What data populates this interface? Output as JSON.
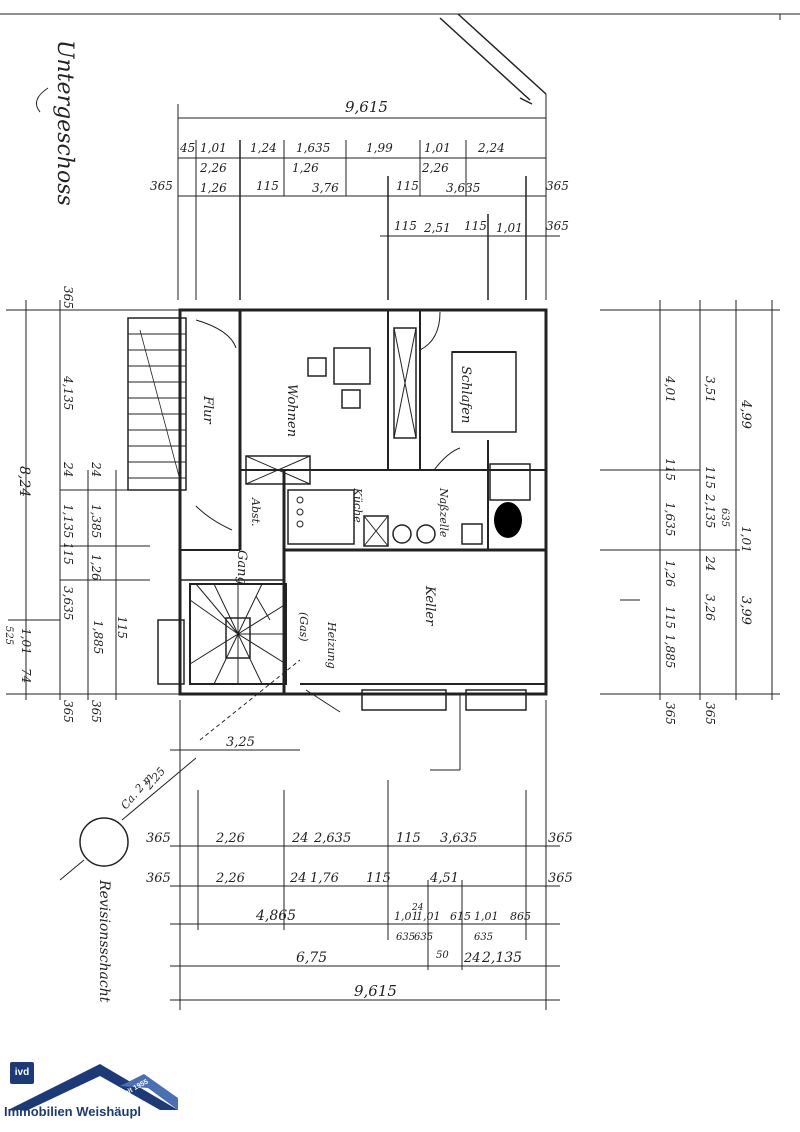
{
  "floor_title": "Untergeschoss",
  "rooms": {
    "flur": "Flur",
    "wohnen": "Wohnen",
    "schlafen": "Schlafen",
    "kueche": "Küche",
    "nassz": "Naßzelle",
    "abst": "Abst.",
    "gang": "Gang",
    "keller": "Keller",
    "heizung": "Heizung",
    "gas": "(Gas)"
  },
  "revision_shaft": "Revisionsschacht",
  "shaft_size": "Ca. 2 m",
  "shaft_dim": "2.25",
  "dims_top": {
    "overall": "9,615",
    "row1": [
      "45",
      "1,01",
      "1,24",
      "1,635",
      "1,99",
      "1,01",
      "2,24"
    ],
    "row2": [
      "2,26",
      "1,26",
      "2,26"
    ],
    "row3": [
      "365",
      "1,26",
      "115",
      "3,76",
      "115",
      "3,635",
      "365"
    ],
    "row4": [
      "115",
      "2,51",
      "115",
      "1,01",
      "365"
    ]
  },
  "dims_left": [
    "365",
    "8,24",
    "4,135",
    "24",
    "24",
    "1,135",
    "1,385",
    "115",
    "1,26",
    "3,635",
    "1,885",
    "115",
    "525",
    "1,01",
    "74",
    "365",
    "365"
  ],
  "dims_right": [
    "4,01",
    "3,51",
    "4,99",
    "115",
    "115",
    "1,635",
    "2,135",
    "635",
    "1,01",
    "24",
    "1,26",
    "115",
    "3,26",
    "3,99",
    "1,885",
    "365",
    "365"
  ],
  "dims_bottom": {
    "mid": "3,25",
    "row1": [
      "365",
      "2,26",
      "24",
      "2,635",
      "115",
      "3,635",
      "365"
    ],
    "row2": [
      "365",
      "2,26",
      "24",
      "1,76",
      "115",
      "4,51",
      "365"
    ],
    "row3": [
      "4,865",
      "1,01",
      "24",
      "1,01",
      "615",
      "1,01",
      "865"
    ],
    "row3b": [
      "635",
      "635",
      "635"
    ],
    "row4": [
      "6,75",
      "50",
      "24",
      "2,135"
    ],
    "overall": "9,615"
  },
  "company": {
    "badge": "ivd",
    "name": "Immobilien Weishäupl",
    "since": "seit 1955",
    "brand_color": "#1d3a78"
  }
}
